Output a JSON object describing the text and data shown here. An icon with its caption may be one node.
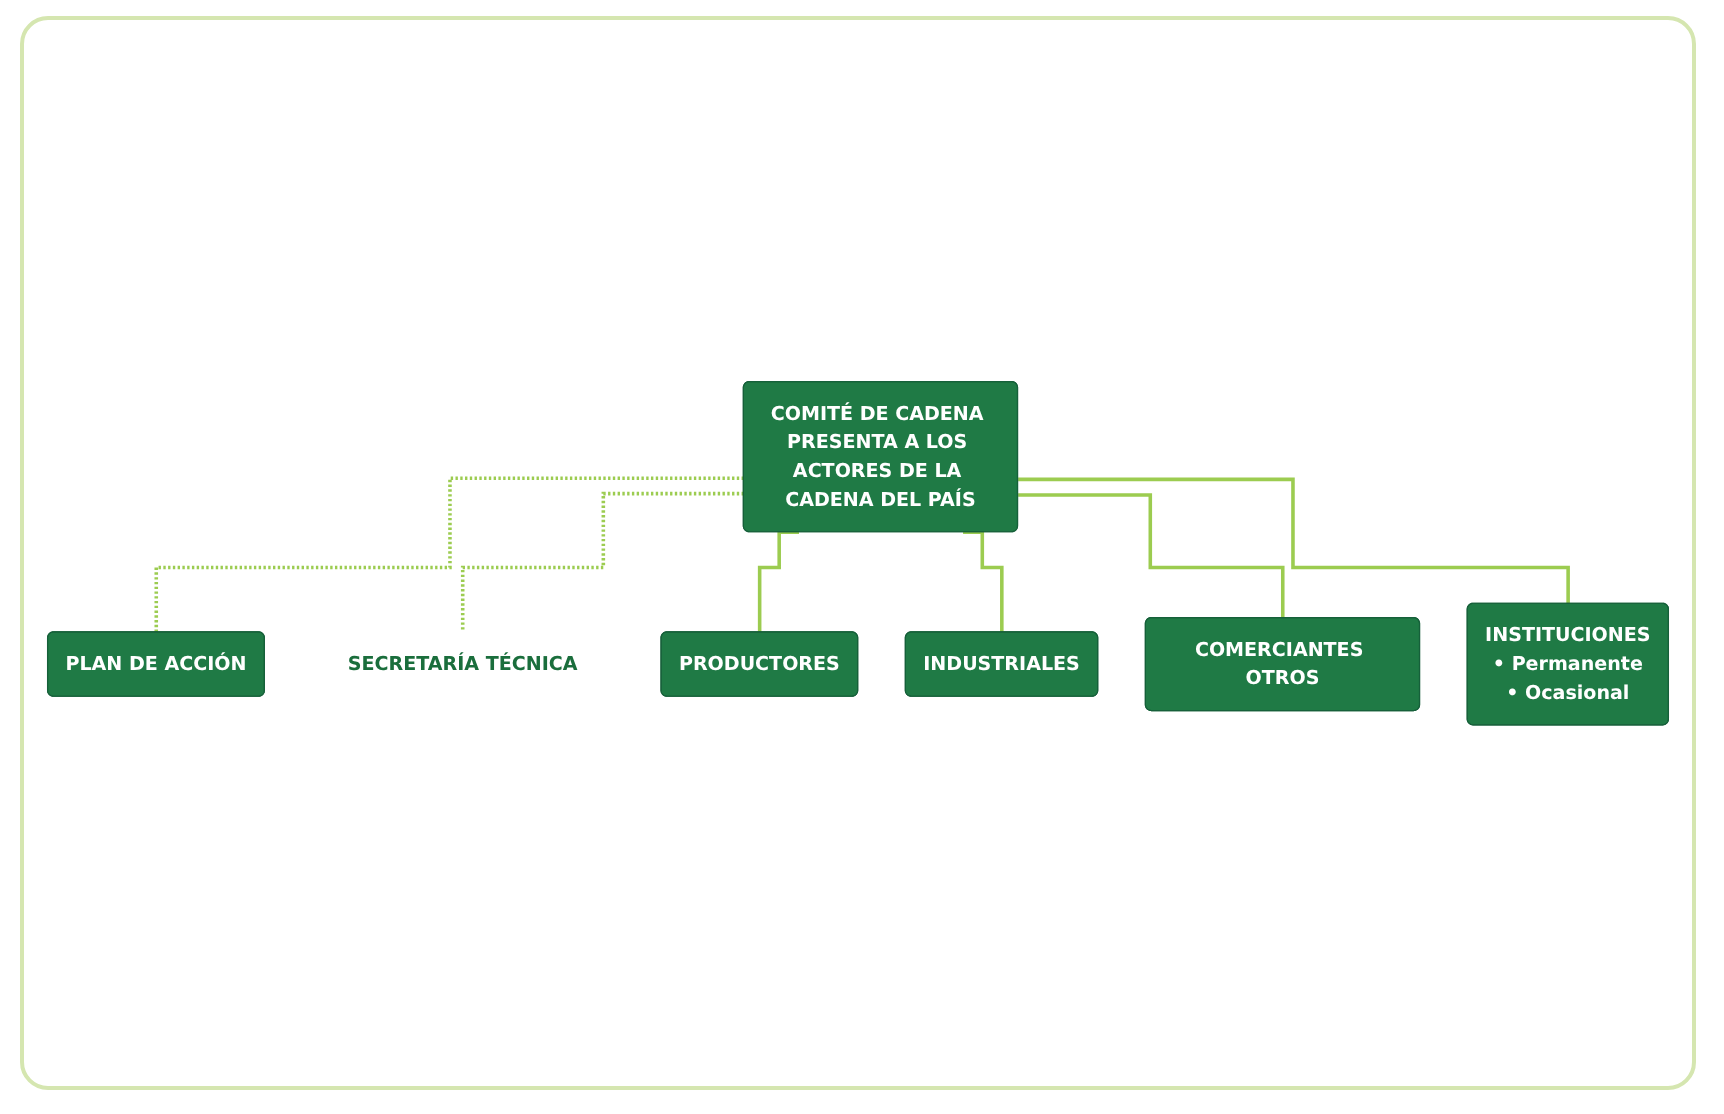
{
  "diagram": {
    "nodes": [
      {
        "text": [
          "COMITÉ DE CADENA PRESENTA A LOS ACTORES DE LA CADENA DEL PAÍS"
        ]
      },
      {
        "text": [
          "PLAN DE ACCIÓN"
        ]
      },
      {
        "text": [
          "SECRETARÍA TÉCNICA"
        ]
      },
      {
        "text": [
          "PRODUCTORES"
        ]
      },
      {
        "text": [
          "INDUSTRIALES"
        ]
      },
      {
        "text": [
          "COMERCIANTES OTROS"
        ]
      },
      {
        "text": [
          "INSTITUCIONES",
          "• Permanente",
          "• Ocasional"
        ]
      }
    ],
    "edges": [
      {
        "from": 0,
        "to": 1,
        "arrow": "none",
        "style": "dashed"
      },
      {
        "from": 0,
        "to": 2,
        "arrow": "none",
        "style": "dashed"
      },
      {
        "from": 0,
        "to": 3,
        "arrow": "none"
      },
      {
        "from": 0,
        "to": 4,
        "arrow": "none"
      },
      {
        "from": 0,
        "to": 5,
        "arrow": "none"
      },
      {
        "from": 0,
        "to": 6,
        "arrow": "none"
      }
    ]
  }
}
